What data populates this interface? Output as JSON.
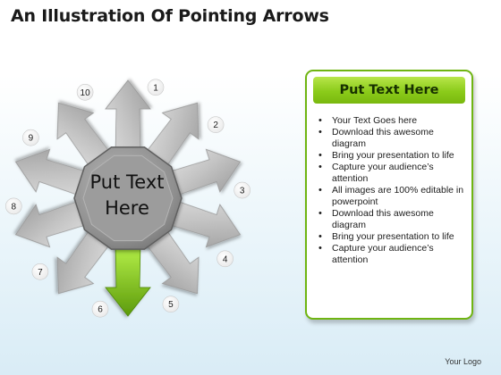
{
  "title": "An Illustration Of Pointing Arrows",
  "center_label_line1": "Put Text",
  "center_label_line2": "Here",
  "arrows": [
    {
      "label": "1",
      "color": "#b5b5b5"
    },
    {
      "label": "2",
      "color": "#b5b5b5"
    },
    {
      "label": "3",
      "color": "#b5b5b5"
    },
    {
      "label": "4",
      "color": "#b5b5b5"
    },
    {
      "label": "5",
      "color": "#b5b5b5"
    },
    {
      "label": "6",
      "color": "#7cc21a"
    },
    {
      "label": "7",
      "color": "#b5b5b5"
    },
    {
      "label": "8",
      "color": "#b5b5b5"
    },
    {
      "label": "9",
      "color": "#b5b5b5"
    },
    {
      "label": "10",
      "color": "#b5b5b5"
    }
  ],
  "panel": {
    "header": "Put Text Here",
    "bullets": [
      "Your Text Goes here",
      "Download this awesome diagram",
      "Bring your presentation to life",
      "Capture your audience’s attention",
      "All images are 100% editable in powerpoint",
      "Download this awesome diagram",
      "Bring your presentation to life",
      "Capture your audience’s attention"
    ]
  },
  "logo": "Your Logo",
  "colors": {
    "accent": "#7cc21a",
    "hub": "#8d8d8d",
    "panel_border": "#6fb512"
  }
}
